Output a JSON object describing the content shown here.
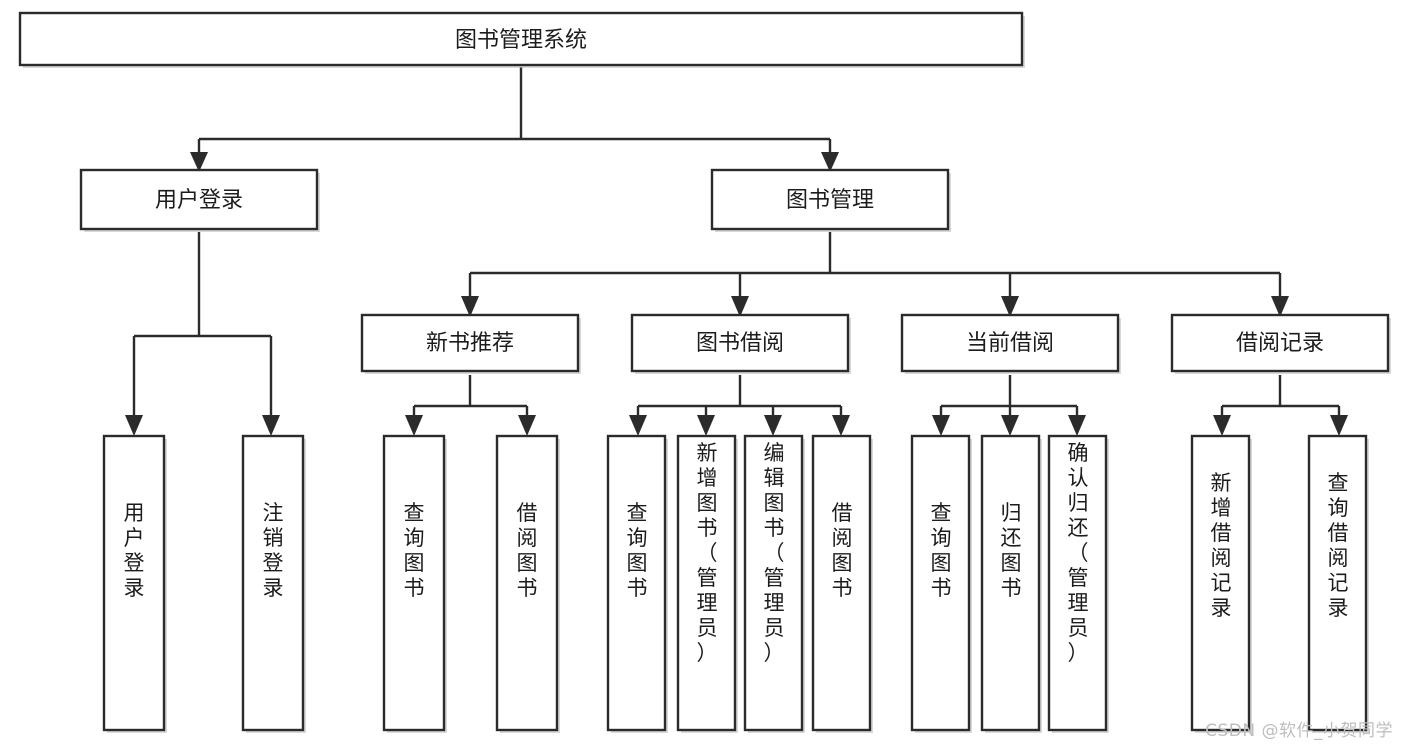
{
  "diagram": {
    "title": "图书管理系统",
    "type": "tree-hierarchy",
    "orientation": "top-down",
    "watermark": "CSDN @软件_小贺同学",
    "colors": {
      "box_fill": "#ffffff",
      "box_stroke": "#2b2b2b",
      "connector": "#2b2b2b",
      "text": "#1c1c1c",
      "watermark": "#bdbdbd",
      "background": "#ffffff"
    },
    "levels": {
      "root": "图书管理系统",
      "level2": [
        "用户登录",
        "图书管理"
      ],
      "level3": [
        "新书推荐",
        "图书借阅",
        "当前借阅",
        "借阅记录"
      ]
    },
    "nodes": {
      "root": {
        "label": "图书管理系统"
      },
      "user_login": {
        "label": "用户登录"
      },
      "book_manage": {
        "label": "图书管理"
      },
      "new_book_rec": {
        "label": "新书推荐"
      },
      "book_borrow": {
        "label": "图书借阅"
      },
      "current_borrow": {
        "label": "当前借阅"
      },
      "borrow_record": {
        "label": "借阅记录"
      },
      "leaf_user_login": {
        "label": "用户登录"
      },
      "leaf_logout": {
        "label": "注销登录"
      },
      "leaf_query_book_1": {
        "label": "查询图书"
      },
      "leaf_borrow_book_1": {
        "label": "借阅图书"
      },
      "leaf_query_book_2": {
        "label": "查询图书"
      },
      "leaf_add_book": {
        "label": "新增图书（管理员）"
      },
      "leaf_edit_book": {
        "label": "编辑图书（管理员）"
      },
      "leaf_borrow_book_2": {
        "label": "借阅图书"
      },
      "leaf_query_book_3": {
        "label": "查询图书"
      },
      "leaf_return_book": {
        "label": "归还图书"
      },
      "leaf_confirm_return": {
        "label": "确认归还（管理员）"
      },
      "leaf_add_record": {
        "label": "新增借阅记录"
      },
      "leaf_query_record": {
        "label": "查询借阅记录"
      }
    },
    "edges": [
      {
        "from": "图书管理系统",
        "to": "用户登录"
      },
      {
        "from": "图书管理系统",
        "to": "图书管理"
      },
      {
        "from": "用户登录",
        "to": "用户登录"
      },
      {
        "from": "用户登录",
        "to": "注销登录"
      },
      {
        "from": "图书管理",
        "to": "新书推荐"
      },
      {
        "from": "图书管理",
        "to": "图书借阅"
      },
      {
        "from": "图书管理",
        "to": "当前借阅"
      },
      {
        "from": "图书管理",
        "to": "借阅记录"
      },
      {
        "from": "新书推荐",
        "to": "查询图书"
      },
      {
        "from": "新书推荐",
        "to": "借阅图书"
      },
      {
        "from": "图书借阅",
        "to": "查询图书"
      },
      {
        "from": "图书借阅",
        "to": "新增图书（管理员）"
      },
      {
        "from": "图书借阅",
        "to": "编辑图书（管理员）"
      },
      {
        "from": "图书借阅",
        "to": "借阅图书"
      },
      {
        "from": "当前借阅",
        "to": "查询图书"
      },
      {
        "from": "当前借阅",
        "to": "归还图书"
      },
      {
        "from": "当前借阅",
        "to": "确认归还（管理员）"
      },
      {
        "from": "借阅记录",
        "to": "新增借阅记录"
      },
      {
        "from": "借阅记录",
        "to": "查询借阅记录"
      }
    ]
  }
}
